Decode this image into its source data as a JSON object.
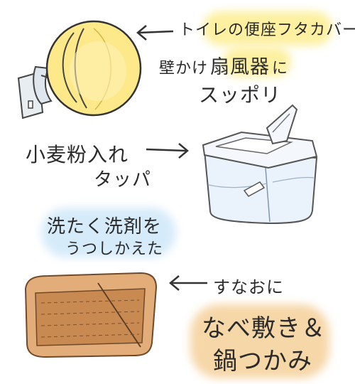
{
  "colors": {
    "cover_yellow": "#fde98a",
    "highlight_yellow": "#fdf0a0",
    "highlight_blue": "#d6ebfa",
    "highlight_orange": "#f6d7a8",
    "mat_brown": "#c9874f",
    "tupper_blue": "#eaf3fb",
    "ink": "#2b2b2b"
  },
  "icons": {
    "toilet_cover": "toilet-seat-cover-fan-icon",
    "tupperware": "flour-container-icon",
    "pot_mat": "pot-mat-icon",
    "arrow_left": "arrow-left-icon",
    "arrow_right": "arrow-right-icon"
  },
  "section1": {
    "title": "トイレの便座フタカバー",
    "line1_prefix": "壁かけ",
    "line1_highlight": "扇風器",
    "line1_suffix": "に",
    "line2": "スッポリ"
  },
  "section2": {
    "label_line1": "小麦粉入れ",
    "label_line2": "タッパ",
    "note_line1": "洗たく洗剤を",
    "note_line2": "うつしかえた"
  },
  "section3": {
    "prefix": "すなおに",
    "line1": "なべ敷き＆",
    "line2": "鍋つかみ"
  }
}
